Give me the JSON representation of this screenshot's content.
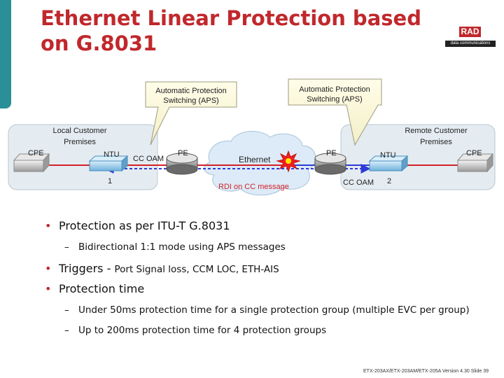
{
  "slide": {
    "title_line1": "Ethernet Linear Protection based",
    "title_line2": "on G.8031",
    "logo": {
      "brand": "RAD",
      "tagline": "data communications"
    },
    "colors": {
      "title": "#c0282c",
      "accent_bar": "#2b8f98",
      "oam_line": "#2f3bd6",
      "rdi_line": "#d4202a"
    }
  },
  "diagram": {
    "callout_left": {
      "line1": "Automatic Protection",
      "line2": "Switching (APS)"
    },
    "callout_right": {
      "line1": "Automatic Protection",
      "line2": "Switching (APS)"
    },
    "local_premises": {
      "line1": "Local Customer",
      "line2": "Premises"
    },
    "remote_premises": {
      "line1": "Remote Customer",
      "line2": "Premises"
    },
    "cpe_left": "CPE",
    "cpe_right": "CPE",
    "ntu_left": "NTU",
    "ntu_right": "NTU",
    "ntu_left_num": "1",
    "ntu_right_num": "2",
    "cc_oam_left": "CC OAM",
    "cc_oam_right": "CC OAM",
    "pe_left": "PE",
    "pe_right": "PE",
    "cloud": "Ethernet",
    "rdi": "RDI on CC message",
    "icons": [
      "cpe-device-icon",
      "ntu-device-icon",
      "router-icon",
      "cloud-icon",
      "fault-burst-icon"
    ]
  },
  "bullets": {
    "b1": "Protection as per ITU-T G.8031",
    "b1_sub": "Bidirectional 1:1 mode using APS messages",
    "b2_lead": "Triggers - ",
    "b2_rest": "Port Signal loss, CCM LOC, ETH-AIS",
    "b3": "Protection time",
    "b3_sub1": "Under 50ms protection time for a single protection group (multiple EVC per group)",
    "b3_sub2": "Up to 200ms protection time for 4 protection groups"
  },
  "footer": "ETX-203AX/ETX-203AM/ETX-205A Version 4.30   Slide 39"
}
